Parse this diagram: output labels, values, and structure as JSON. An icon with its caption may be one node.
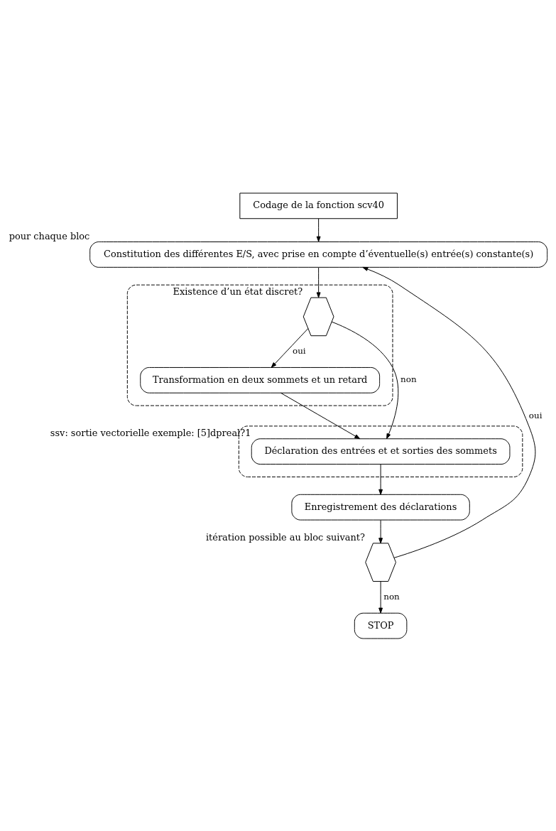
{
  "diagram": {
    "nodes": [
      {
        "text": [
          "Codage de la fonction scv40"
        ]
      },
      {
        "text": [
          "Constitution des différentes E/S, avec prise en compte d’éventuelle(s) entrée(s) constante(s)"
        ],
        "beside": [
          "pour chaque bloc"
        ]
      },
      {
        "text": [],
        "shape": "box"
      },
      {
        "text": [],
        "shape": "hexagon",
        "in": 2,
        "beside": [
          "Existence d’un état discret?"
        ]
      },
      {
        "text": [
          "Transformation en deux sommets et un retard"
        ],
        "in": 2
      },
      {
        "text": [],
        "shape": "box"
      },
      {
        "text": [
          "Déclaration des entrées et et sorties des sommets"
        ],
        "in": 5,
        "beside": [
          "ssv: sortie vectorielle exemple: [5]dpreal?1"
        ]
      },
      {
        "text": [
          "Enregistrement des déclarations"
        ]
      },
      {
        "text": [],
        "shape": "hexagon",
        "beside": [
          "itération possible au bloc suivant?"
        ]
      },
      {
        "text": [
          "STOP"
        ]
      }
    ],
    "edges": [
      {
        "from": 0,
        "to": 1,
        "arrow": "to"
      },
      {
        "from": 1,
        "to": 3,
        "arrow": "to"
      },
      {
        "from": 3,
        "to": 4,
        "arrow": "to",
        "label": "oui"
      },
      {
        "from": 3,
        "to": 6,
        "arrow": "to",
        "label": "non"
      },
      {
        "from": 4,
        "to": 6,
        "arrow": "to"
      },
      {
        "from": 6,
        "to": 7,
        "arrow": "to"
      },
      {
        "from": 7,
        "to": 8,
        "arrow": "to"
      },
      {
        "from": 8,
        "to": 1,
        "arrow": "to",
        "label": "oui"
      },
      {
        "from": 8,
        "to": 9,
        "arrow": "to",
        "label": "non"
      }
    ]
  }
}
